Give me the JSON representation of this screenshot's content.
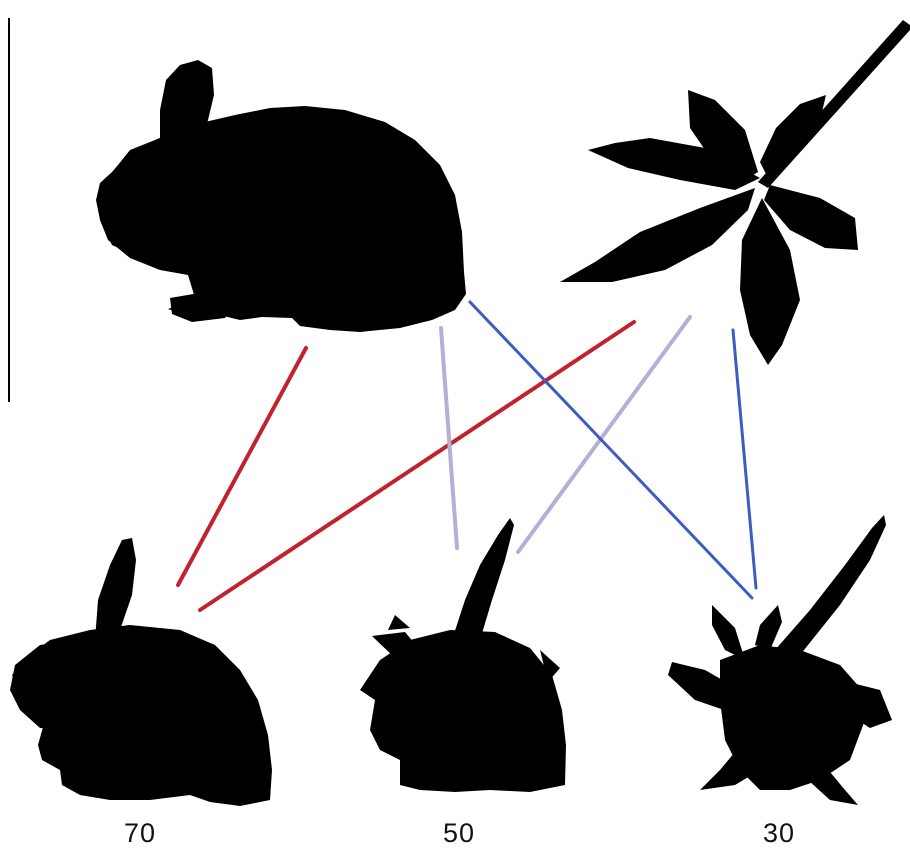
{
  "colors": {
    "silhouette": "#000000",
    "line_rabbit_source": "#c0222e",
    "line_pale": "#b5aed6",
    "line_leaf_source": "#3e5cc0"
  },
  "sources": [
    {
      "name": "rabbit"
    },
    {
      "name": "leaf"
    }
  ],
  "morphs": [
    {
      "label": "70",
      "rabbit_weight": 70
    },
    {
      "label": "50",
      "rabbit_weight": 50
    },
    {
      "label": "30",
      "rabbit_weight": 30
    }
  ],
  "connections": [
    {
      "from": "rabbit",
      "to": "70",
      "color": "red"
    },
    {
      "from": "leaf",
      "to": "70",
      "color": "red"
    },
    {
      "from": "rabbit",
      "to": "50",
      "color": "pale"
    },
    {
      "from": "leaf",
      "to": "50",
      "color": "pale"
    },
    {
      "from": "rabbit",
      "to": "30",
      "color": "blue"
    },
    {
      "from": "leaf",
      "to": "30",
      "color": "blue"
    }
  ]
}
